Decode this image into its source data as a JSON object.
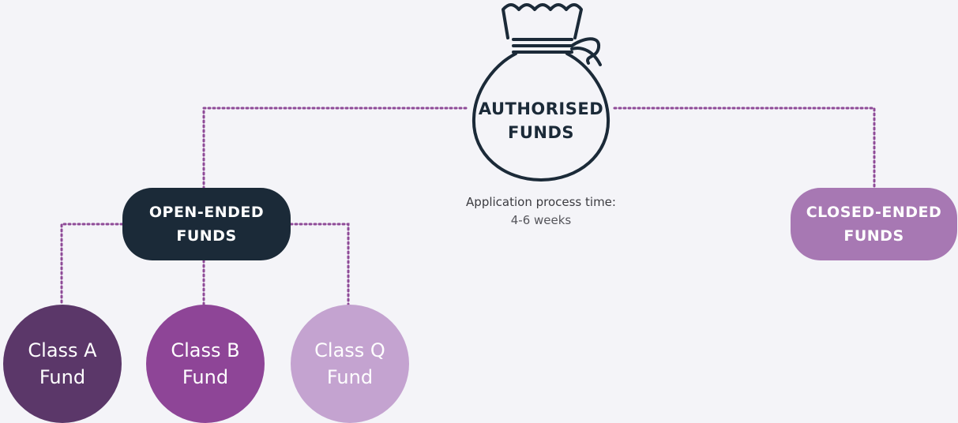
{
  "colors": {
    "background": "#f4f4f8",
    "dark_navy": "#1b2a38",
    "connector": "#8e4a97",
    "closed_ended": "#a778b3",
    "class_a": "#5b3769",
    "class_b": "#8e4597",
    "class_q": "#c4a3d0"
  },
  "root": {
    "icon": "money-bag-icon",
    "line1": "AUTHORISED",
    "line2": "FUNDS"
  },
  "note": {
    "title": "Application process time:",
    "value": "4-6 weeks"
  },
  "open_ended": {
    "line1": "OPEN-ENDED",
    "line2": "FUNDS"
  },
  "closed_ended": {
    "line1": "CLOSED-ENDED",
    "line2": "FUNDS"
  },
  "classes": [
    {
      "line1": "Class A",
      "line2": "Fund"
    },
    {
      "line1": "Class B",
      "line2": "Fund"
    },
    {
      "line1": "Class Q",
      "line2": "Fund"
    }
  ]
}
